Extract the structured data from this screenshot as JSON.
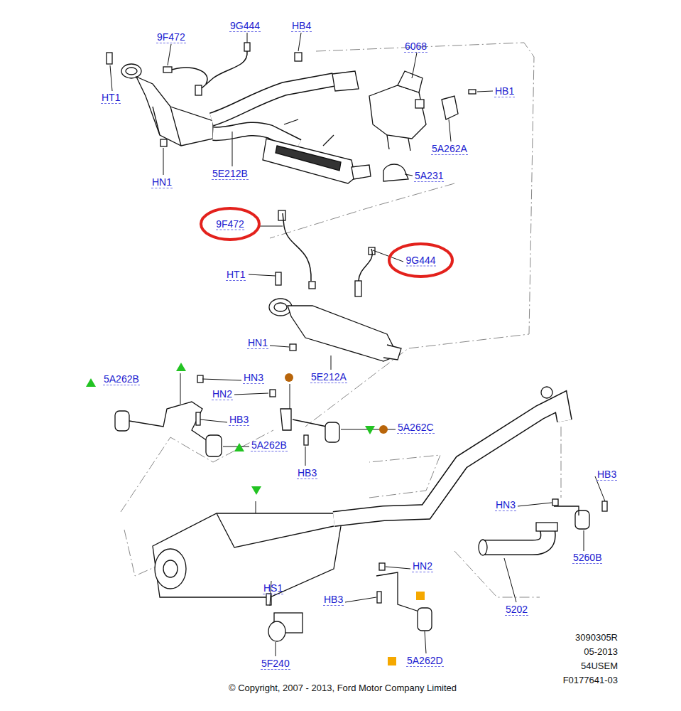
{
  "diagram": {
    "nodes": [
      {
        "text": [
          "9F472"
        ]
      },
      {
        "text": [
          "9G444"
        ]
      }
    ],
    "labels": [
      "9F472",
      "9G444",
      "HB4",
      "HT1",
      "6068",
      "HB1",
      "HN1",
      "5E212B",
      "5A262A",
      "5A231",
      "HT1",
      "HN1",
      "5E212A",
      "5A262B",
      "HN3",
      "HN2",
      "HB3",
      "5A262C",
      "5A262B",
      "HB3",
      "HB3",
      "HN3",
      "5260B",
      "HN2",
      "HS1",
      "HB3",
      "5202",
      "5F240",
      "5A262D",
      "3090305R",
      "05-2013",
      "54USEM",
      "F0177641-03",
      "© Copyright, 2007 - 2013, Ford Motor Company Limited"
    ]
  }
}
